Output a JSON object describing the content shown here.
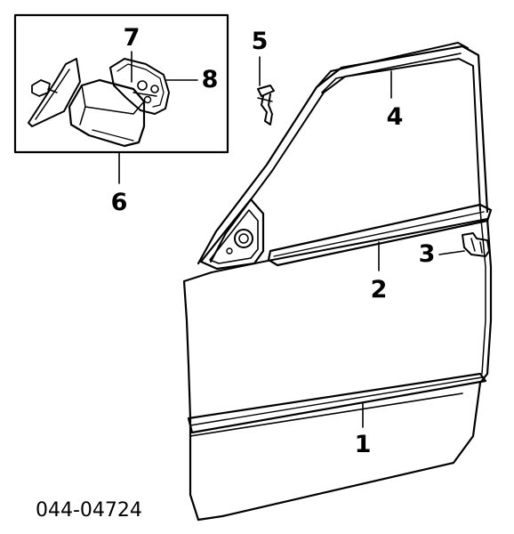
{
  "diagram": {
    "callouts": {
      "c1": "1",
      "c2": "2",
      "c3": "3",
      "c4": "4",
      "c5": "5",
      "c6": "6",
      "c7": "7",
      "c8": "8"
    },
    "part_code": "044-04724"
  }
}
